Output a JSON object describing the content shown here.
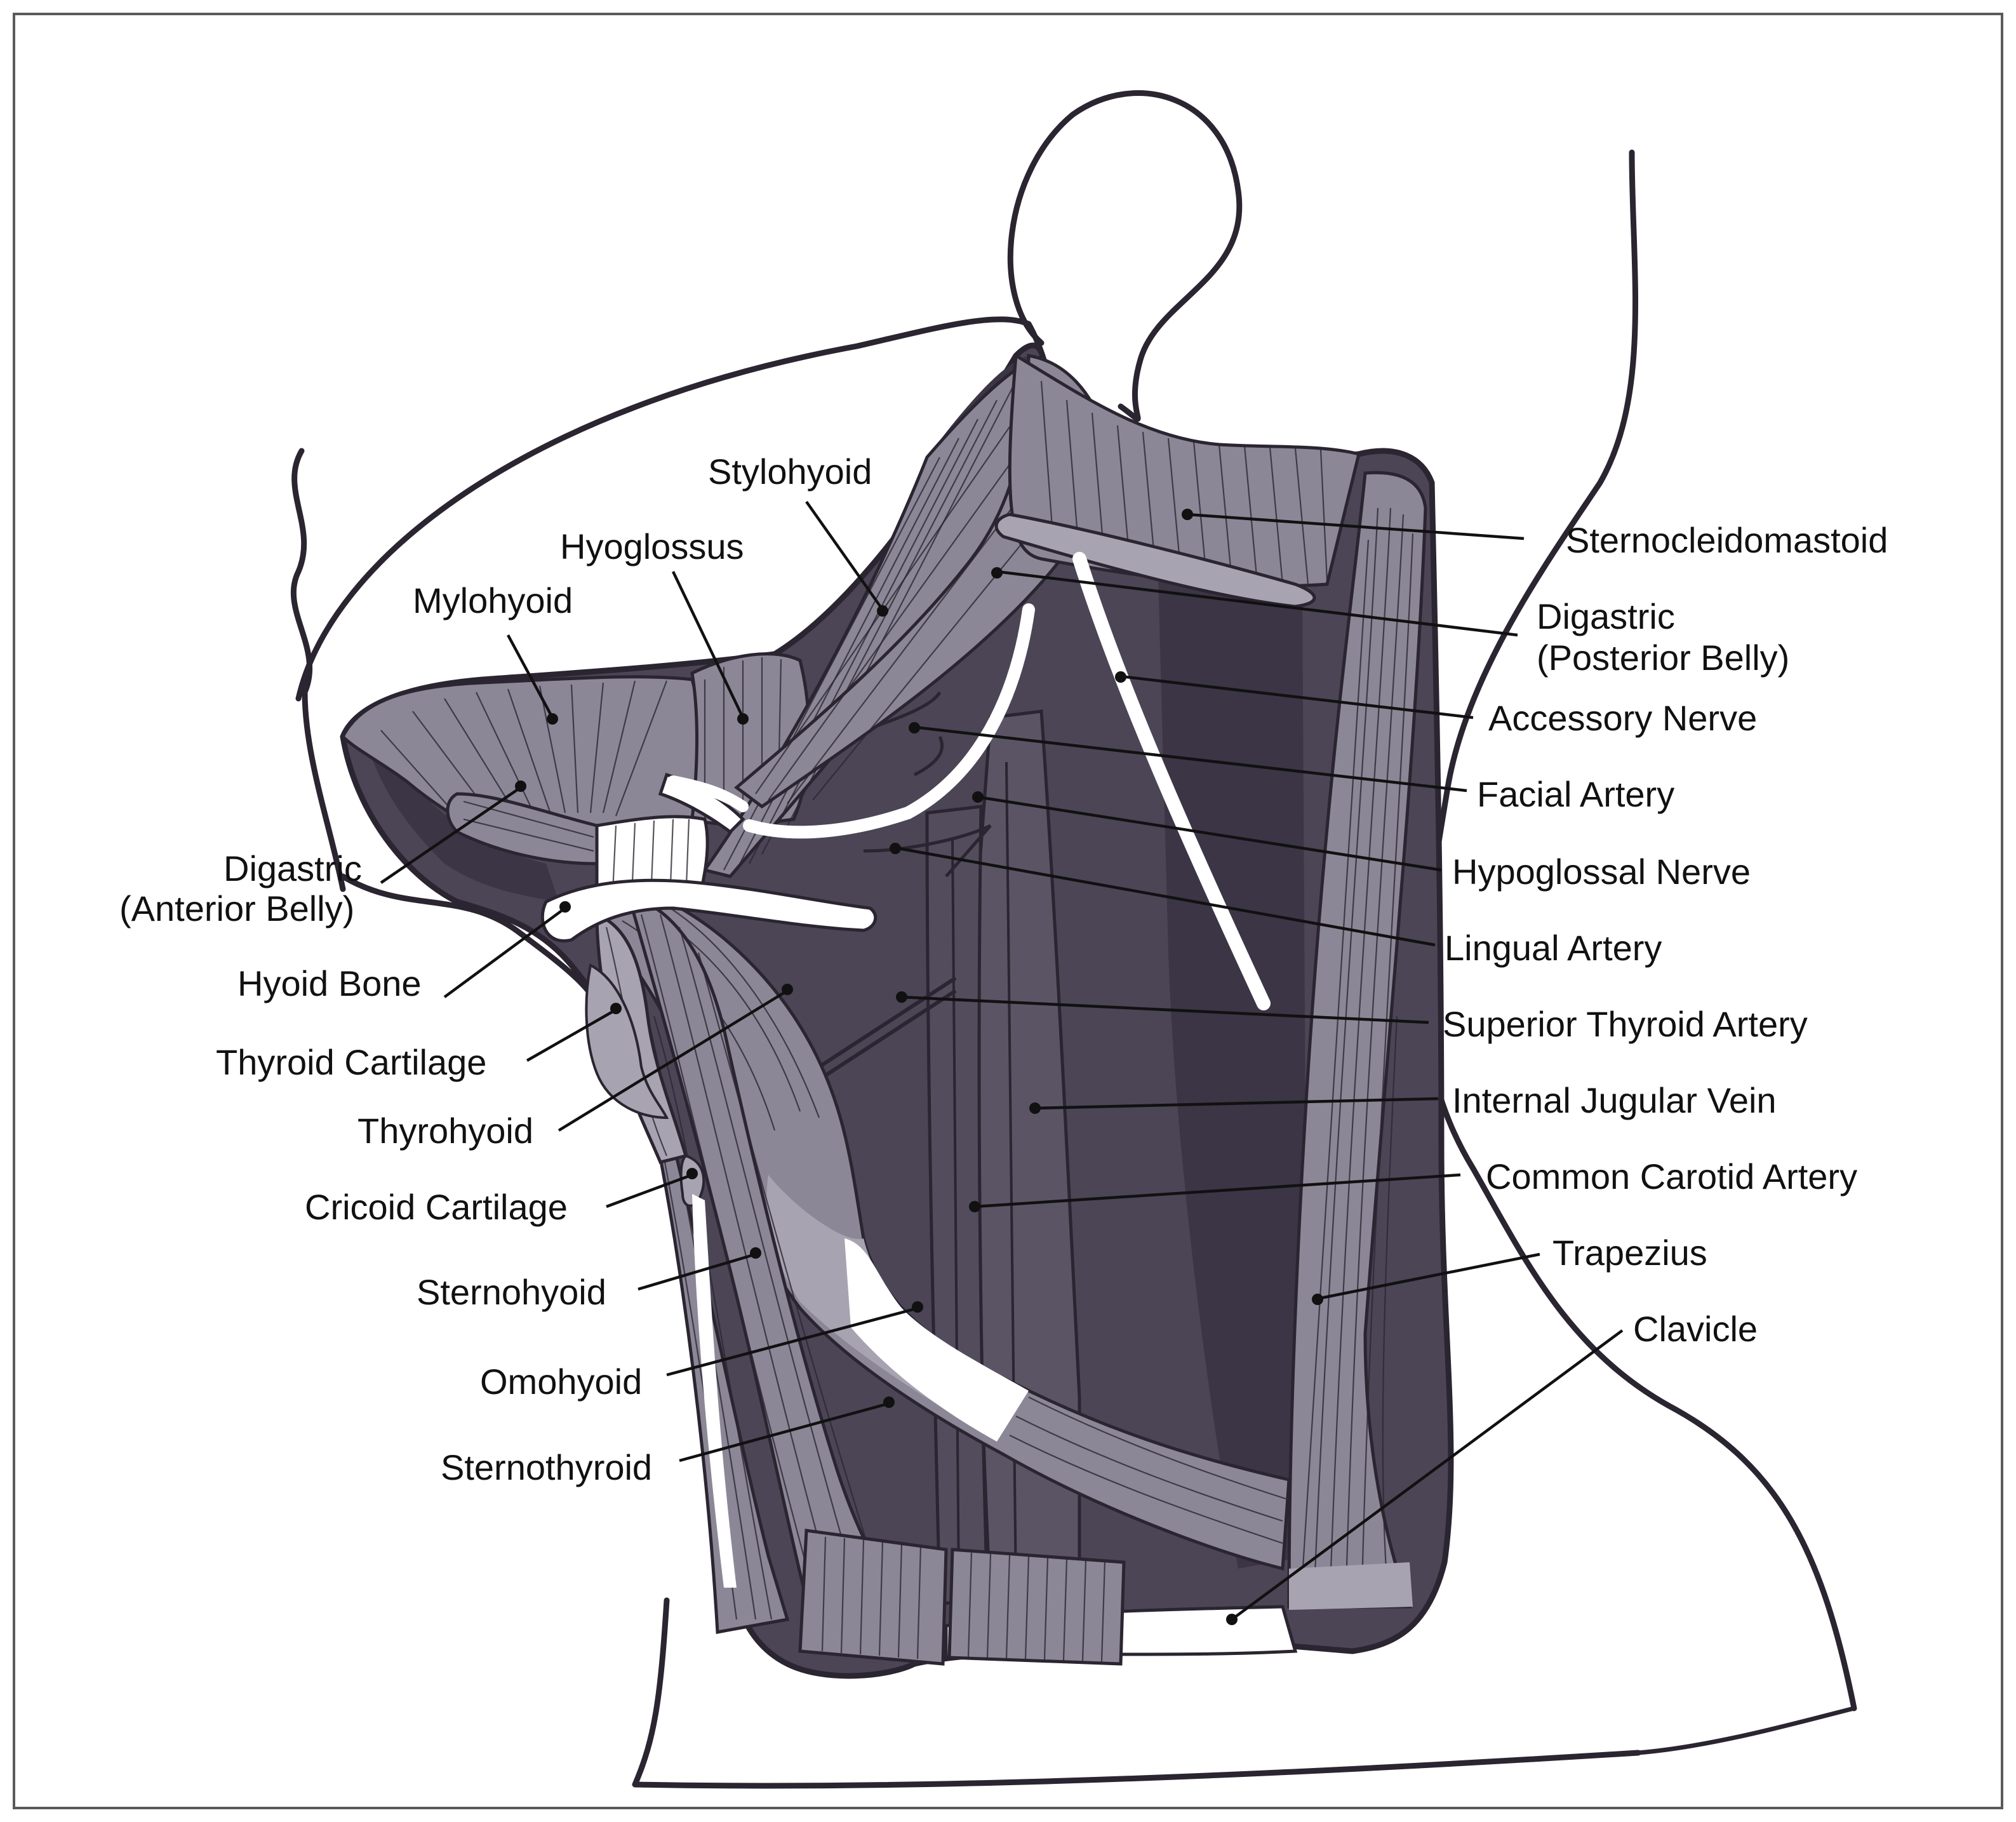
{
  "labels": {
    "stylohyoid": "Stylohyoid",
    "hyoglossus": "Hyoglossus",
    "mylohyoid": "Mylohyoid",
    "digastric_anterior_1": "Digastric",
    "digastric_anterior_2": "(Anterior Belly)",
    "hyoid_bone": "Hyoid Bone",
    "thyroid_cartilage": "Thyroid Cartilage",
    "thyrohyoid": "Thyrohyoid",
    "cricoid_cartilage": "Cricoid Cartilage",
    "sternohyoid": "Sternohyoid",
    "omohyoid": "Omohyoid",
    "sternothyroid": "Sternothyroid",
    "sternocleidomastoid": "Sternocleidomastoid",
    "digastric_posterior_1": "Digastric",
    "digastric_posterior_2": "(Posterior Belly)",
    "accessory_nerve": "Accessory Nerve",
    "facial_artery": "Facial Artery",
    "hypoglossal_nerve": "Hypoglossal Nerve",
    "lingual_artery": "Lingual Artery",
    "superior_thyroid_artery": "Superior Thyroid Artery",
    "internal_jugular_vein": "Internal Jugular Vein",
    "common_carotid_artery": "Common Carotid Artery",
    "trapezius": "Trapezius",
    "clavicle": "Clavicle"
  },
  "colors": {
    "deep_tissue": "#4b4556",
    "deep_tissue_dark": "#3b3545",
    "vessel": "#565061",
    "muscle": "#8c8796",
    "muscle_light": "#a7a3b1",
    "bone": "#ffffff",
    "outline": "#2a2530"
  }
}
